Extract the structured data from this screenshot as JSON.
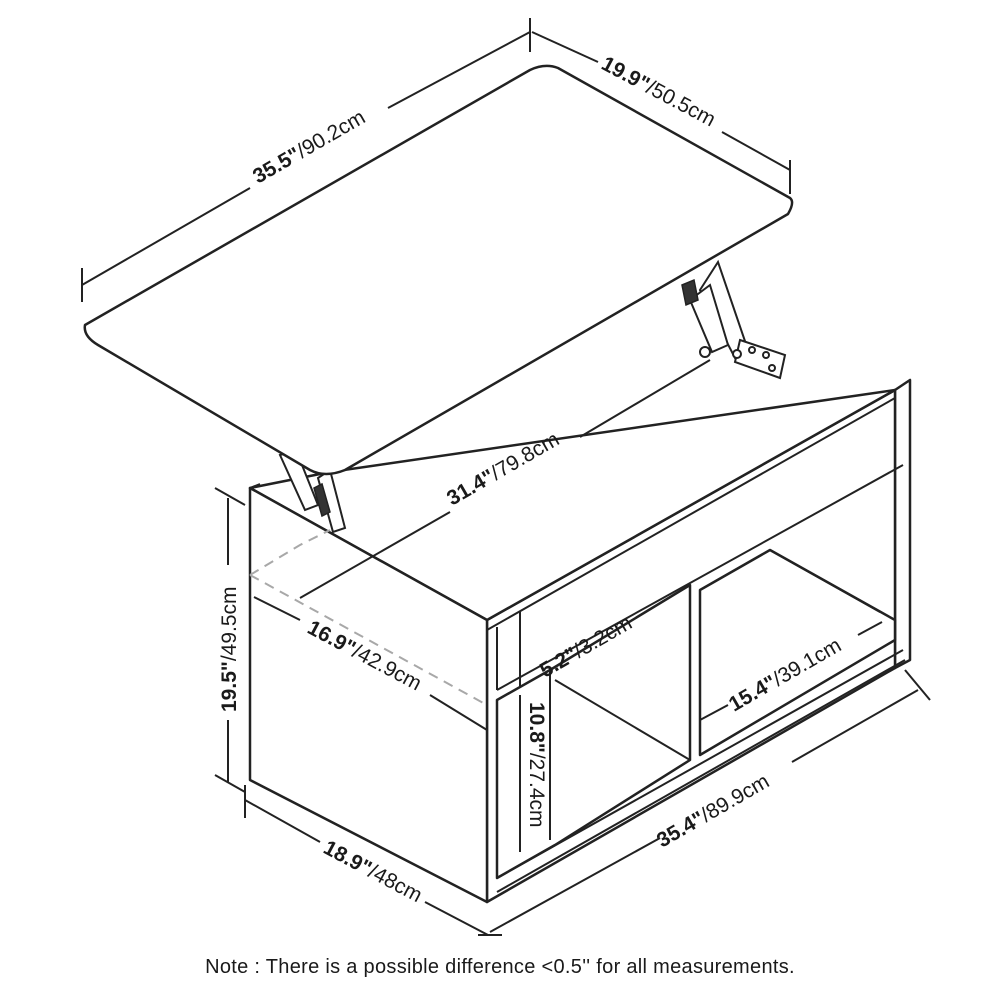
{
  "dimensions": {
    "top_length": {
      "imperial": "35.5\"",
      "metric": "/90.2cm"
    },
    "top_depth": {
      "imperial": "19.9\"",
      "metric": "/50.5cm"
    },
    "inner_length": {
      "imperial": "31.4\"",
      "metric": "/79.8cm"
    },
    "inner_depth": {
      "imperial": "16.9\"",
      "metric": "/42.9cm"
    },
    "height": {
      "imperial": "19.5\"",
      "metric": "/49.5cm"
    },
    "upper_shelf": {
      "imperial": "5.2\"",
      "metric": "/3.2cm"
    },
    "lower_shelf": {
      "imperial": "10.8\"",
      "metric": "/27.4cm"
    },
    "compartment_depth": {
      "imperial": "15.4\"",
      "metric": "/39.1cm"
    },
    "base_length": {
      "imperial": "35.4\"",
      "metric": "/89.9cm"
    },
    "base_depth": {
      "imperial": "18.9\"",
      "metric": "/48cm"
    }
  },
  "note": "Note : There is a possible difference <0.5'' for all measurements."
}
